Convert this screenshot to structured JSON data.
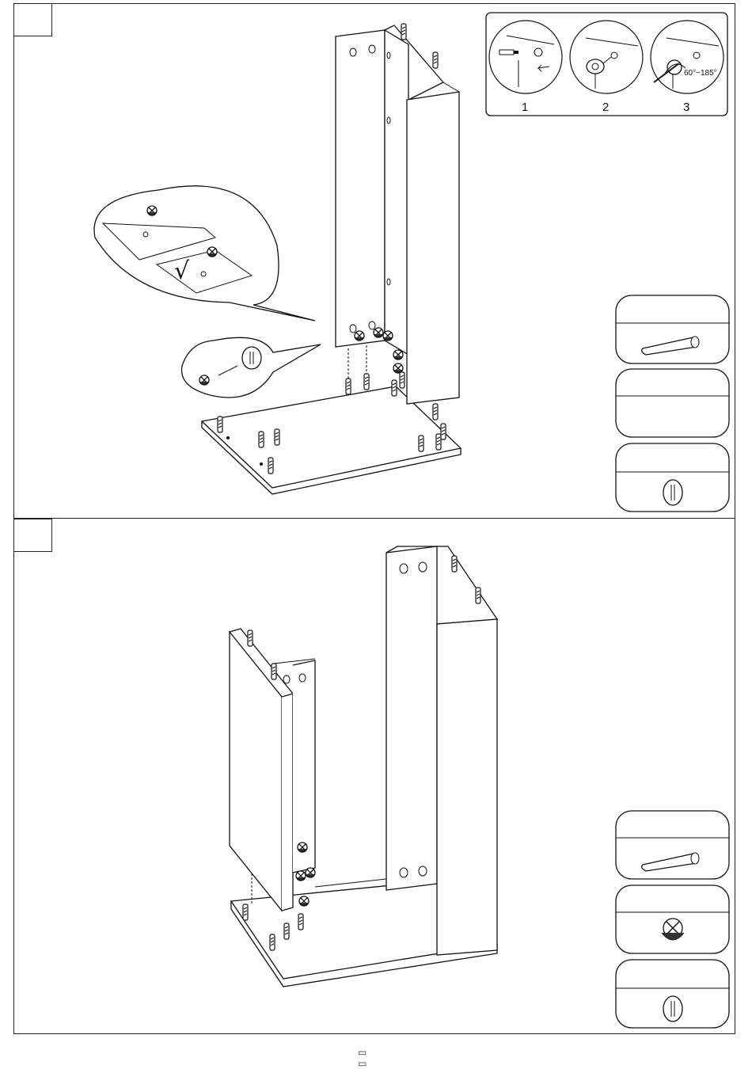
{
  "document": {
    "steps": [
      {
        "id": "step-1",
        "number": ""
      },
      {
        "id": "step-2",
        "number": ""
      }
    ],
    "cam_lock_instructions": {
      "panel_labels": [
        "1",
        "2",
        "3"
      ],
      "rotation_angle": "60°~185°"
    },
    "detail_callout": {
      "check_mark": "√"
    },
    "hardware_legend": [
      {
        "icon": "wooden-dowel-icon"
      },
      {
        "icon": "cam-lock-icon"
      },
      {
        "icon": "cam-hole-cover-icon"
      }
    ],
    "footer": {
      "page_marks": "▭ ▭"
    }
  }
}
